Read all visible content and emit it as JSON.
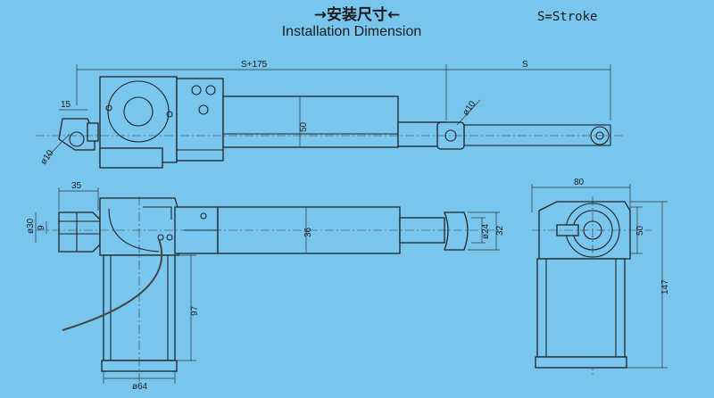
{
  "header": {
    "title_cn": "→安装尺寸←",
    "title_en": "Installation Dimension",
    "legend": "S=Stroke"
  },
  "dimensions": {
    "total_retracted": "S+175",
    "stroke": "S",
    "mount_offset": "15",
    "rod_hole": "ø10",
    "rear_hole": "ø10",
    "body_height": "50",
    "clevis_width": "35",
    "clevis_outer": "ø30",
    "clevis_slot": "9",
    "tube_dia": "36",
    "rod_dia": "ø24",
    "rod_end_width": "32",
    "motor_length": "97",
    "motor_dia": "ø64",
    "end_width": "80",
    "end_height": "50",
    "end_total": "147"
  },
  "colors": {
    "background": "#78c6ee",
    "line": "#222222"
  }
}
